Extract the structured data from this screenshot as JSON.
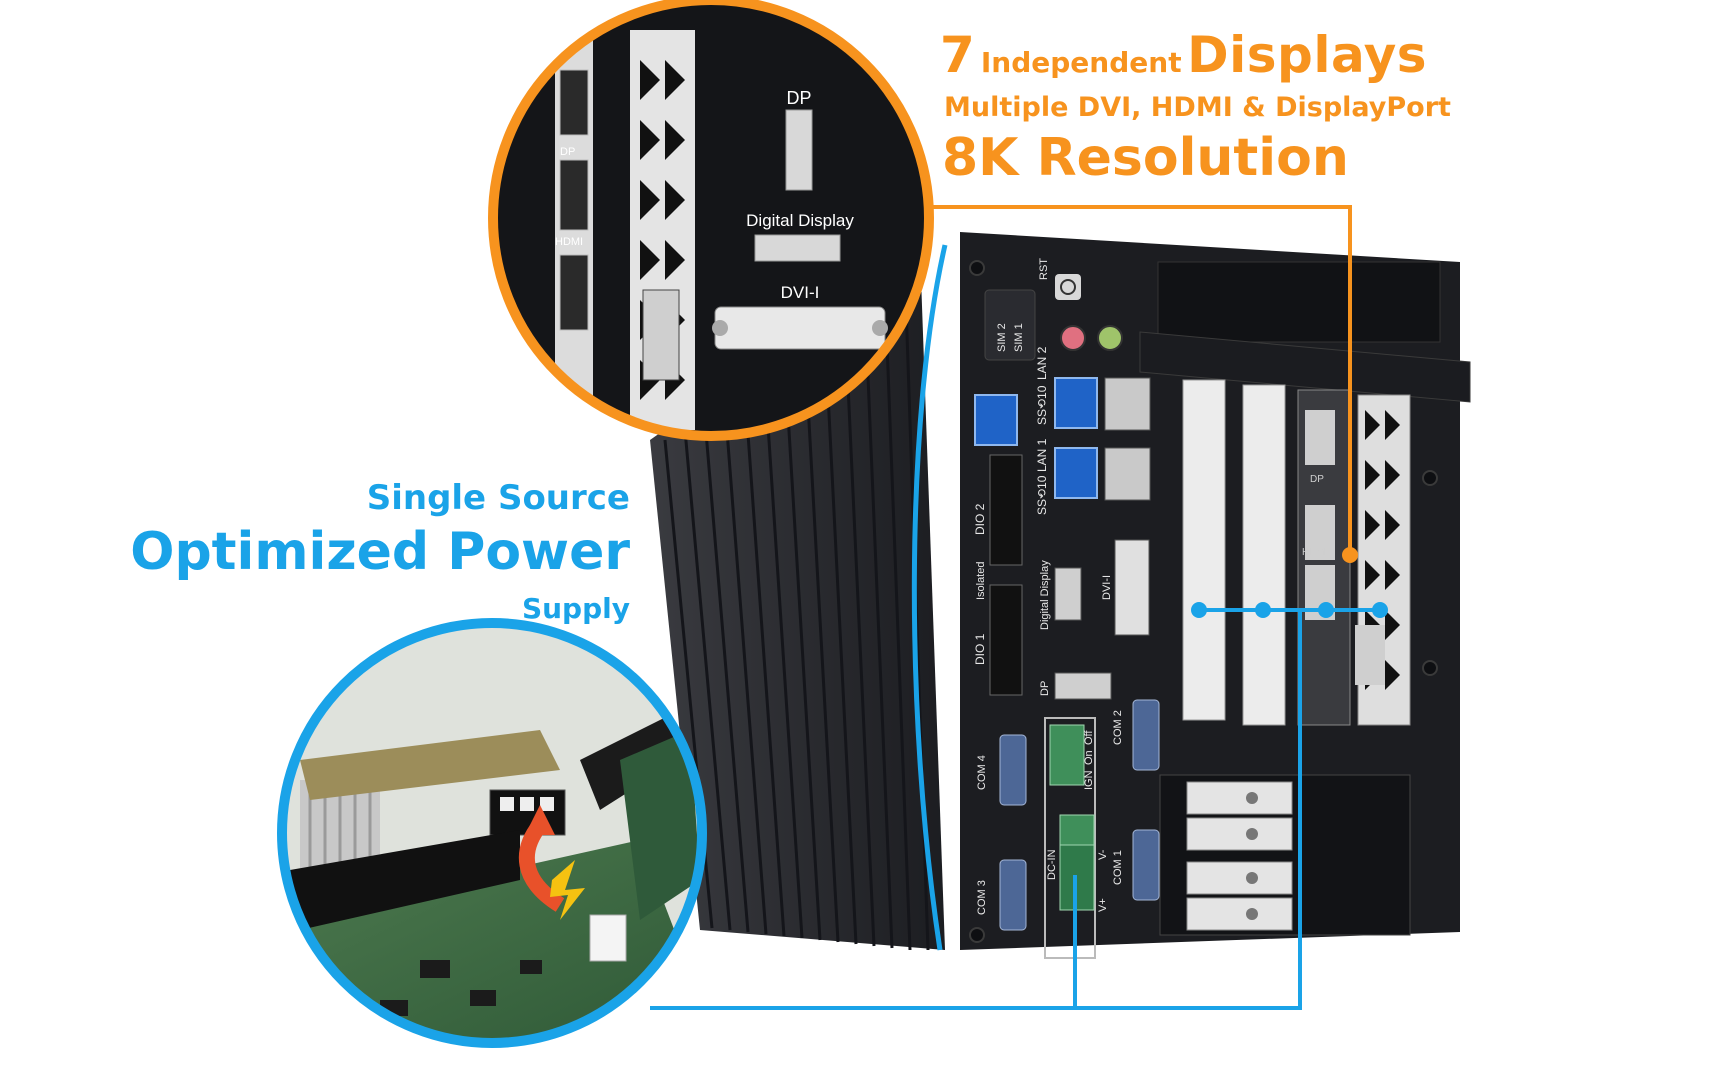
{
  "headline": {
    "count": "7",
    "independent": "Independent",
    "displays": "Displays",
    "ports_line": "Multiple DVI, HDMI & DisplayPort",
    "resolution": "8K Resolution"
  },
  "power": {
    "line1": "Single Source",
    "line2": "Optimized Power",
    "line3": "Supply"
  },
  "zoom_labels": {
    "dp": "DP",
    "digital_display": "Digital Display",
    "dvi": "DVI-I",
    "card_dp": "DP",
    "card_hdmi": "HDMI"
  },
  "panel_labels": {
    "rst": "RST",
    "sim2": "SIM 2",
    "sim1": "SIM 1",
    "lan2": "LAN 2",
    "lan1": "LAN 1",
    "ss10": "SS⟲10",
    "dio2": "DIO 2",
    "dio1": "DIO 1",
    "isolated": "Isolated",
    "digital_display": "Digital Display",
    "dvi": "DVI-I",
    "dp": "DP",
    "com4": "COM 4",
    "com3": "COM 3",
    "com2": "COM 2",
    "com1": "COM 1",
    "ign": "IGN",
    "on": "On",
    "off": "Off",
    "dc_in": "DC-IN",
    "v_minus": "V-",
    "v_plus": "V+",
    "card_dp": "DP",
    "card_hdmi": "HDMI"
  },
  "colors": {
    "orange": "#f7931e",
    "blue": "#1aa3e8",
    "chassis": "#1c1d21",
    "fins": "#2a2b30"
  }
}
